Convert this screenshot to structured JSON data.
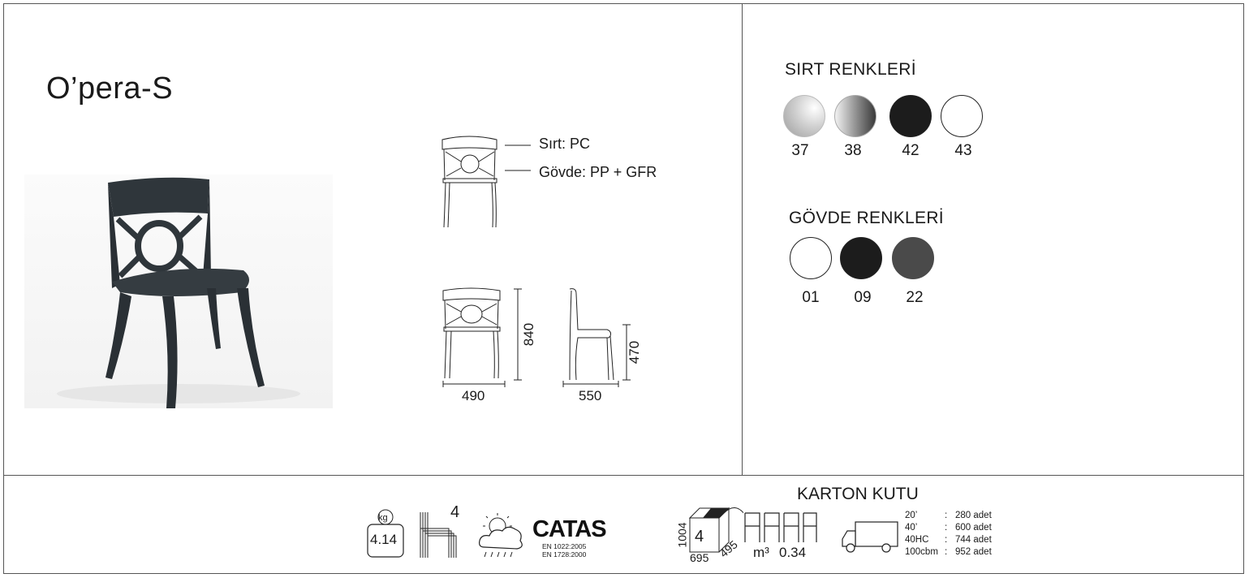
{
  "product": {
    "name": "O’pera-S"
  },
  "materials": [
    {
      "label": "Sırt: PC"
    },
    {
      "label": "Gövde: PP + GFR"
    }
  ],
  "dimensions": {
    "front_width": "490",
    "height": "840",
    "side_depth": "550",
    "seat_height": "470"
  },
  "back_colors": {
    "heading": "SIRT RENKLERİ",
    "items": [
      {
        "code": "37",
        "color": "#d8d8d8",
        "style": "gradient-light"
      },
      {
        "code": "38",
        "color": "#9a9a9a",
        "style": "gradient-dark"
      },
      {
        "code": "42",
        "color": "#1c1c1c",
        "style": "solid"
      },
      {
        "code": "43",
        "color": "#ffffff",
        "style": "solid"
      }
    ]
  },
  "body_colors": {
    "heading": "GÖVDE RENKLERİ",
    "items": [
      {
        "code": "01",
        "color": "#ffffff"
      },
      {
        "code": "09",
        "color": "#1c1c1c"
      },
      {
        "code": "22",
        "color": "#4a4a4a"
      }
    ]
  },
  "specs": {
    "weight_unit": "kg",
    "weight": "4.14",
    "stack_count": "4",
    "certification_logo": "CATAS",
    "certifications": [
      "EN 1022:2005",
      "EN 1728:2000"
    ]
  },
  "carton": {
    "heading": "KARTON KUTU",
    "qty": "4",
    "height": "1004",
    "width": "695",
    "depth": "495",
    "volume_unit": "m³",
    "volume": "0.34",
    "shipping": [
      {
        "container": "20’",
        "sep": ":",
        "amount": "280 adet"
      },
      {
        "container": "40’",
        "sep": ":",
        "amount": "600 adet"
      },
      {
        "container": "40HC",
        "sep": ":",
        "amount": "744 adet"
      },
      {
        "container": "100cbm",
        "sep": ":",
        "amount": "952 adet"
      }
    ]
  }
}
